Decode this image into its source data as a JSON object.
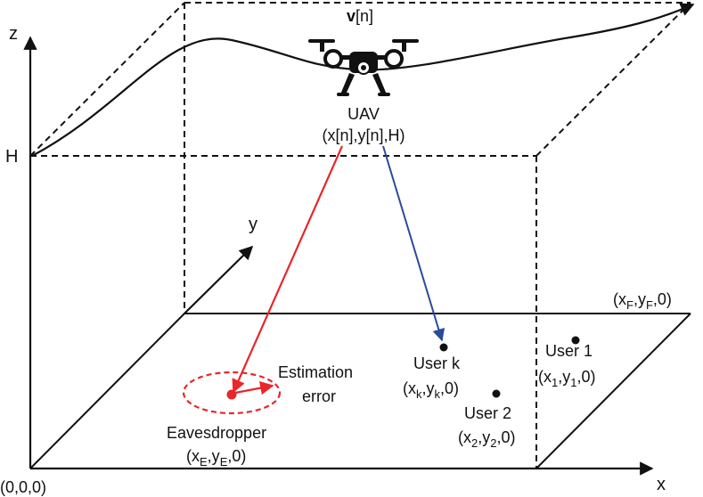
{
  "axes": {
    "z": "z",
    "y": "y",
    "x": "x",
    "h": "H",
    "origin": "(0,0,0)"
  },
  "trajectory": {
    "label_bold": "v",
    "label_rest": "[n]"
  },
  "uav": {
    "name": "UAV",
    "coord": {
      "a": "(x[n],y[n],H)"
    }
  },
  "corner": {
    "pre": "(x",
    "sub1": "F",
    "mid": ",y",
    "sub2": "F",
    "post": ",0)"
  },
  "user1": {
    "name": "User 1",
    "pre": "(x",
    "sub1": "1",
    "mid": ",y",
    "sub2": "1",
    "post": ",0)"
  },
  "userk": {
    "name": "User k",
    "pre": "(x",
    "sub1": "k",
    "mid": ",y",
    "sub2": "k",
    "post": ",0)"
  },
  "user2": {
    "name": "User 2",
    "pre": "(x",
    "sub1": "2",
    "mid": ",y",
    "sub2": "2",
    "post": ",0)"
  },
  "eaves": {
    "name": "Eavesdropper",
    "pre": "(x",
    "sub1": "E",
    "mid": ",y",
    "sub2": "E",
    "post": ",0)"
  },
  "estimation": {
    "line1": "Estimation",
    "line2": "error"
  },
  "colors": {
    "red": "#e8262b",
    "blue": "#2b4a9b",
    "black": "#111111"
  }
}
